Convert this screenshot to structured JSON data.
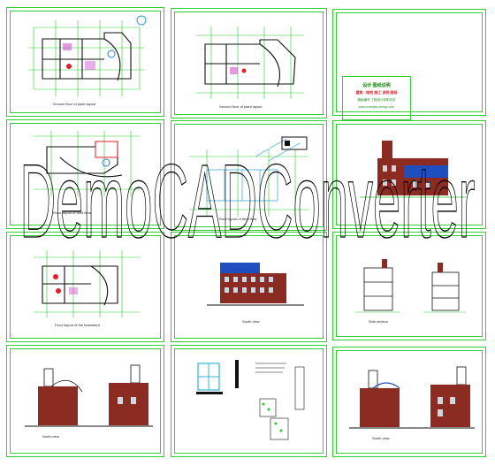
{
  "page": {
    "title": ""
  },
  "captions": {
    "s1": "Ground floor of plant layout",
    "s2": "Second floor of plant layout",
    "s4": "Floor layout of third floor",
    "s5": "Roof layout of third floor",
    "s7": "Floor layout of the basement",
    "s8": "South view",
    "s9": "Side section",
    "s10": "North view",
    "s12": "South view"
  },
  "info_box": {
    "line1": "设计 图纸说明",
    "line2": "建筑 · 结构   施工 说明 图纸",
    "line3": "图纸编号  工程设计说明文件",
    "line4": "www.example-design.com"
  },
  "colors": {
    "sheet_border": "#2fd12f",
    "grid": "#22cc22",
    "wall": "#111111",
    "brick": "#8b2b22",
    "blue_glass": "#1f4fbf",
    "cyan_glass": "#33b5d9",
    "red_accent": "#e0202a",
    "magenta": "#cc33cc",
    "watermark_stroke": "#000000"
  },
  "watermark": {
    "text": "DemoCADConverter"
  }
}
